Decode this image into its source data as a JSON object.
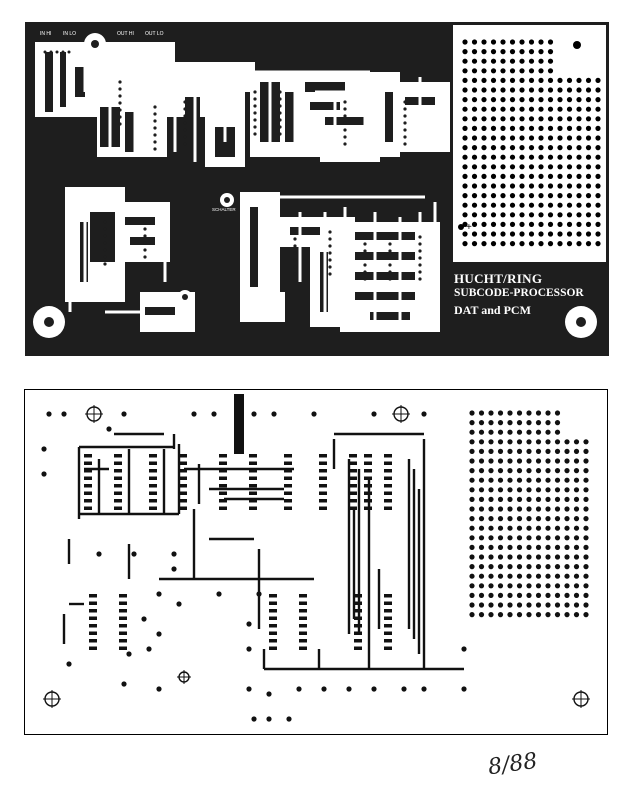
{
  "board_top": {
    "connector_labels": [
      "IN HI",
      "IN LO",
      "OUT HI",
      "OUT LO"
    ],
    "switch_label": "SCHALTER",
    "plus_marker": "+",
    "title_lines": [
      "HUCHT/RING",
      "SUBCODE-PROCESSOR",
      "DAT and PCM"
    ],
    "colors": {
      "board": "#1e1e1e",
      "copper": "#ffffff",
      "proto_area": "#ffffff",
      "pad": "#000000"
    }
  },
  "board_bottom": {
    "colors": {
      "board": "#ffffff",
      "trace": "#111111",
      "outline": "#000000"
    }
  },
  "signature": "8/88"
}
